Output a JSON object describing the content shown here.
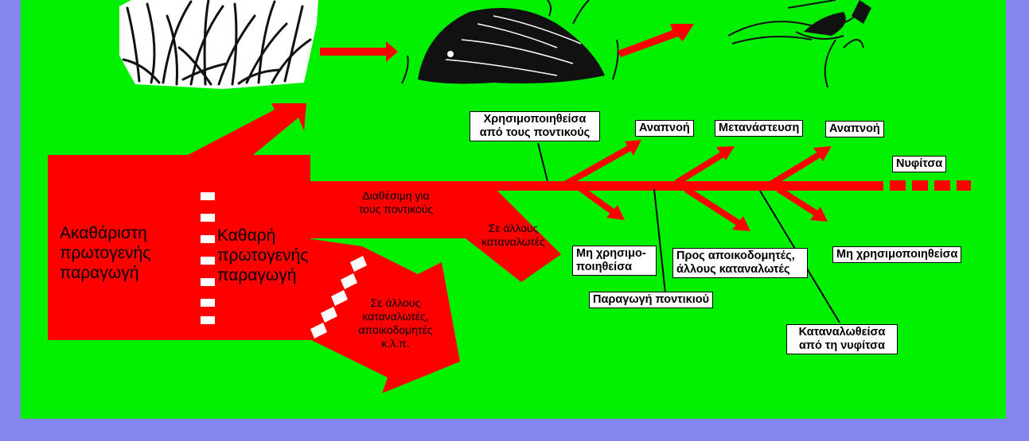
{
  "colors": {
    "background": "#8585f0",
    "panel": "#00f000",
    "flow": "#ff0000",
    "text": "#000000"
  },
  "icons": [
    "grass-illustration",
    "vole-illustration",
    "weasel-illustration"
  ],
  "labels": {
    "gross_primary": "Ακαθάριστη πρωτογενής παραγωγή",
    "net_primary": "Καθαρή πρωτογενής παραγωγή",
    "available_mice": "Διαθέσιμη για τους ποντικούς",
    "other_consumers": "Σε άλλους καταναλωτές",
    "other_consumers_decomposers": "Σε άλλους καταναλωτές, αποικοδομητές κ.λ.π.",
    "used_by_mice": "Χρησιμοποιηθείσα από τους ποντικούς",
    "respiration_1": "Αναπνοή",
    "migration": "Μετανάστευση",
    "respiration_2": "Αναπνοή",
    "weasel": "Νυφίτσα",
    "not_used_1": "Μη χρησιμο-ποιηθείσα",
    "to_decomposers": "Προς αποικοδομητές, άλλους καταναλωτές",
    "not_used_2": "Μη χρησιμοποιηθείσα",
    "mouse_production": "Παραγωγή ποντικιού",
    "consumed_by_weasel": "Καταναλωθείσα από τη νυφίτσα"
  }
}
